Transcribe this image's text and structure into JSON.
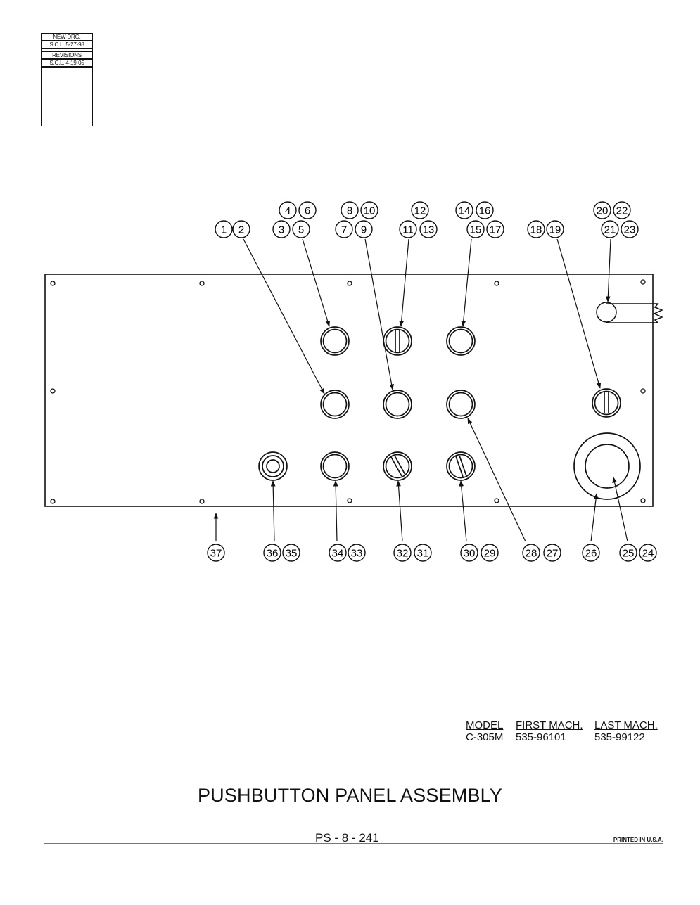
{
  "revision_block": {
    "new_drg_label": "NEW DRG.",
    "new_drg_date": "S.C.L. 5-27-98",
    "revisions_label": "REVISIONS",
    "revision_1": "S.C.L. 4-19-05"
  },
  "callouts": {
    "top": [
      "1",
      "2",
      "3",
      "4",
      "5",
      "6",
      "7",
      "8",
      "9",
      "10",
      "11",
      "12",
      "13",
      "14",
      "15",
      "16",
      "17",
      "18",
      "19",
      "20",
      "21",
      "22",
      "23"
    ],
    "bottom": [
      "37",
      "36",
      "35",
      "34",
      "33",
      "32",
      "31",
      "30",
      "29",
      "28",
      "27",
      "26",
      "25",
      "24"
    ]
  },
  "model_table": {
    "headers": {
      "model": "MODEL",
      "first": "FIRST MACH.",
      "last": "LAST MACH."
    },
    "rows": [
      {
        "model": "C-305M",
        "first": "535-96101",
        "last": "535-99122"
      }
    ]
  },
  "title": "PUSHBUTTON PANEL ASSEMBLY",
  "page_number": "PS - 8 - 241",
  "printed_note": "PRINTED IN U.S.A."
}
